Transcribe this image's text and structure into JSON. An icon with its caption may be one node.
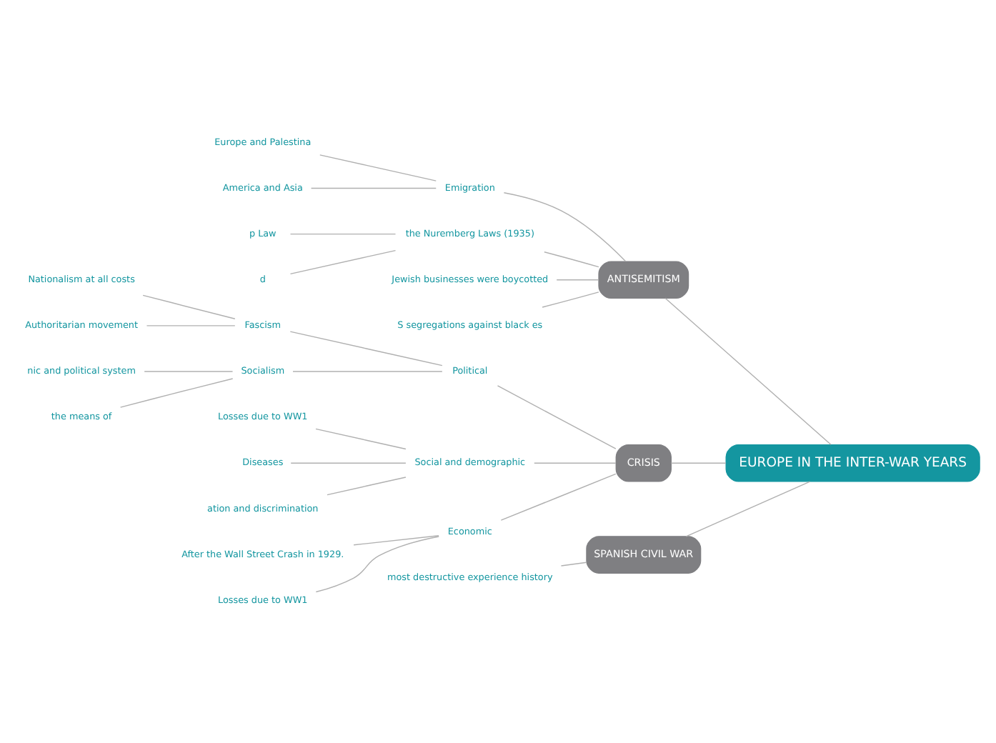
{
  "diagram": {
    "nodes": [
      {
        "text": [
          "EUROPE IN THE INTER-WAR YEARS"
        ]
      },
      {
        "text": [
          "ANTISEMITISM"
        ]
      },
      {
        "text": [
          "Emigration"
        ]
      },
      {
        "text": [
          "Europe and Palestina"
        ]
      },
      {
        "text": [
          "America and Asia"
        ]
      },
      {
        "text": [
          "the Nuremberg Laws (1935)"
        ]
      },
      {
        "text": [
          "p Law"
        ]
      },
      {
        "text": [
          "d"
        ]
      },
      {
        "text": [
          "Jewish businesses were boycotted"
        ]
      },
      {
        "text": [
          "S segregations against black es"
        ]
      },
      {
        "text": [
          "CRISIS"
        ]
      },
      {
        "text": [
          "Political"
        ]
      },
      {
        "text": [
          "Fascism"
        ]
      },
      {
        "text": [
          "Nationalism at all costs"
        ]
      },
      {
        "text": [
          "Authoritarian movement"
        ]
      },
      {
        "text": [
          "Socialism"
        ]
      },
      {
        "text": [
          "nic and political system"
        ]
      },
      {
        "text": [
          "the means of"
        ]
      },
      {
        "text": [
          "Social and demographic"
        ]
      },
      {
        "text": [
          "Losses due to WW1"
        ]
      },
      {
        "text": [
          "Diseases"
        ]
      },
      {
        "text": [
          "ation and discrimination"
        ]
      },
      {
        "text": [
          "Economic"
        ]
      },
      {
        "text": [
          "After the Wall Street Crash in 1929."
        ]
      },
      {
        "text": [
          "Losses due to WW1"
        ]
      },
      {
        "text": [
          "SPANISH CIVIL WAR"
        ]
      },
      {
        "text": [
          "most destructive experience history"
        ]
      }
    ],
    "edges": [
      {
        "from": 0,
        "to": 1,
        "arrow": "none"
      },
      {
        "from": 1,
        "to": 2,
        "arrow": "none"
      },
      {
        "from": 2,
        "to": 3,
        "arrow": "none"
      },
      {
        "from": 2,
        "to": 4,
        "arrow": "none"
      },
      {
        "from": 1,
        "to": 5,
        "arrow": "none"
      },
      {
        "from": 5,
        "to": 6,
        "arrow": "none"
      },
      {
        "from": 5,
        "to": 7,
        "arrow": "none"
      },
      {
        "from": 1,
        "to": 8,
        "arrow": "none"
      },
      {
        "from": 1,
        "to": 9,
        "arrow": "none"
      },
      {
        "from": 0,
        "to": 10,
        "arrow": "none"
      },
      {
        "from": 10,
        "to": 11,
        "arrow": "none"
      },
      {
        "from": 11,
        "to": 12,
        "arrow": "none"
      },
      {
        "from": 12,
        "to": 13,
        "arrow": "none"
      },
      {
        "from": 12,
        "to": 14,
        "arrow": "none"
      },
      {
        "from": 11,
        "to": 15,
        "arrow": "none"
      },
      {
        "from": 15,
        "to": 16,
        "arrow": "none"
      },
      {
        "from": 15,
        "to": 17,
        "arrow": "none"
      },
      {
        "from": 10,
        "to": 18,
        "arrow": "none"
      },
      {
        "from": 18,
        "to": 19,
        "arrow": "none"
      },
      {
        "from": 18,
        "to": 20,
        "arrow": "none"
      },
      {
        "from": 18,
        "to": 21,
        "arrow": "none"
      },
      {
        "from": 10,
        "to": 22,
        "arrow": "none"
      },
      {
        "from": 22,
        "to": 23,
        "arrow": "none"
      },
      {
        "from": 22,
        "to": 24,
        "arrow": "none"
      },
      {
        "from": 0,
        "to": 25,
        "arrow": "none"
      },
      {
        "from": 25,
        "to": 26,
        "arrow": "none"
      }
    ]
  }
}
